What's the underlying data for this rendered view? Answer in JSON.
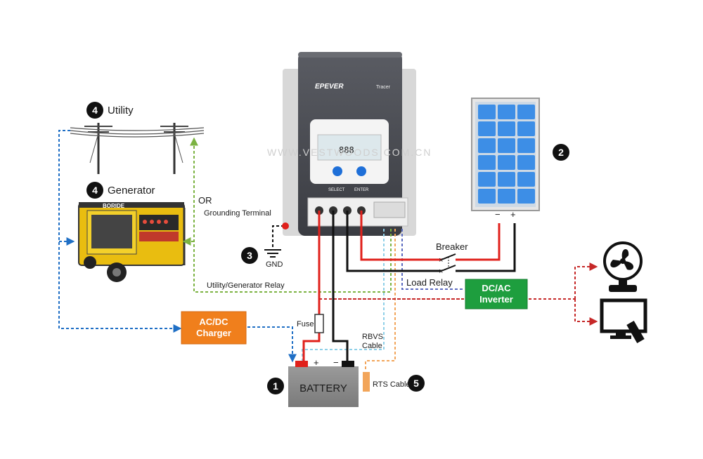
{
  "labels": {
    "utility": "Utility",
    "generator": "Generator",
    "or": "OR",
    "grounding_terminal": "Grounding Terminal",
    "gnd": "GND",
    "breaker": "Breaker",
    "load_relay": "Load Relay",
    "utility_generator_relay": "Utility/Generator Relay",
    "fuse": "Fuse",
    "rbvs_line1": "RBVS",
    "rbvs_line2": "Cable",
    "rts_cable": "RTS Cable",
    "battery": "BATTERY",
    "panel_minus": "−",
    "panel_plus": "+",
    "batt_plus": "+",
    "batt_minus": "−",
    "watermark": "WWW.VESTWOODS.COM.CN"
  },
  "numbers": {
    "battery": "1",
    "solar": "2",
    "ground": "3",
    "utility": "4",
    "generator": "4",
    "rts": "5"
  },
  "boxes": {
    "charger_line1": "AC/DC",
    "charger_line2": "Charger",
    "inverter_line1": "DC/AC",
    "inverter_line2": "Inverter"
  },
  "controller": {
    "brand": "EPEVER",
    "model": "Tracer",
    "lcd_digits": "888",
    "select": "SELECT",
    "enter": "ENTER"
  },
  "generator_brand": "BORIDE",
  "colors": {
    "positive_wire": "#e0201b",
    "negative_wire": "#111111",
    "utility_line": "#1f6fc5",
    "relay_line": "#7cb342",
    "inverter_line": "#c62828",
    "rbvs_line": "#8fd0e8",
    "rts_line": "#f2a55a",
    "load_relay_line": "#5c6bc0",
    "charger_box": "#f07f1c",
    "inverter_box": "#1e9e3e",
    "solar_cell": "#3d8ee6",
    "battery_body": "#8a8a8a"
  }
}
